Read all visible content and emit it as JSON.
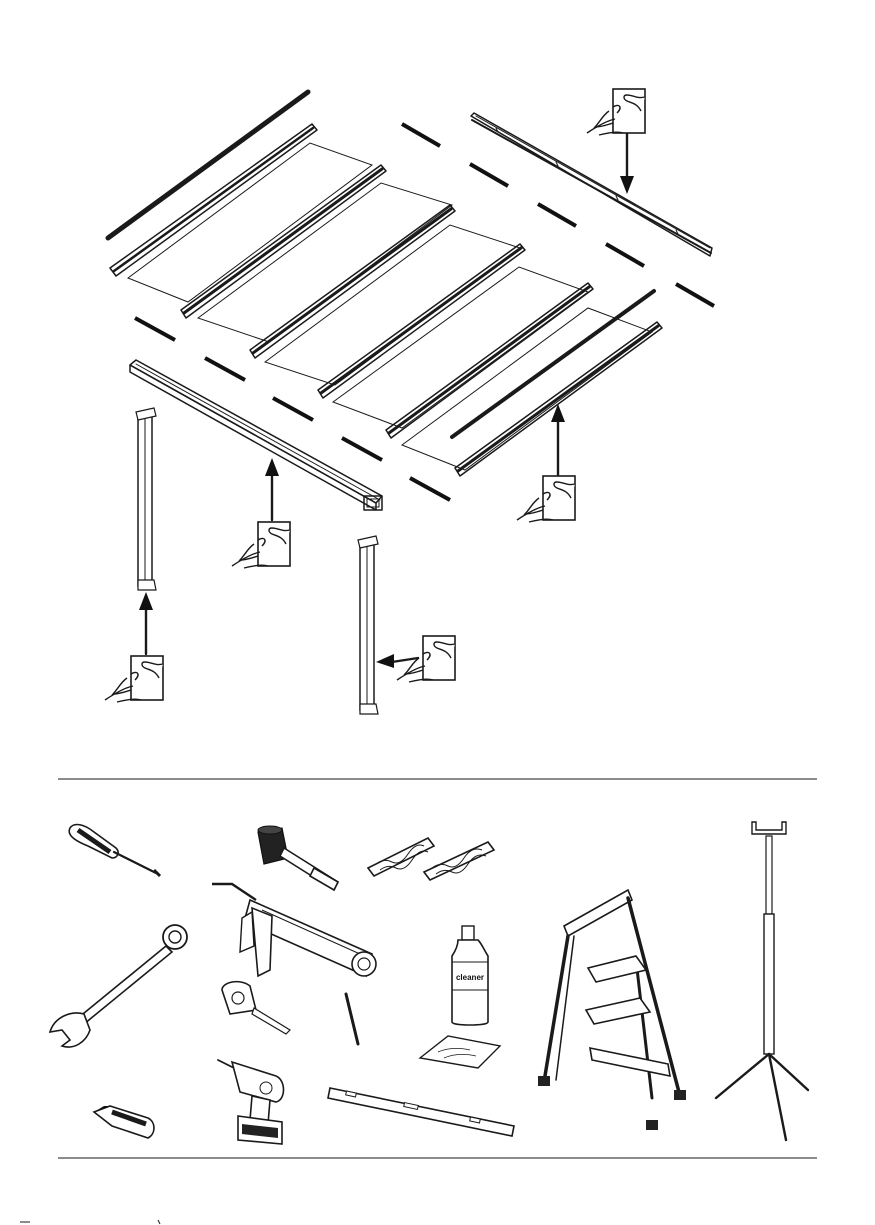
{
  "page": {
    "section_assembly": "exploded-roof-assembly",
    "section_tools": "required-tools"
  },
  "icons": {
    "peel_film": "peel-protective-film-icon",
    "arrow": "arrow-icon"
  },
  "tools": {
    "bottle_label": "cleaner",
    "items": [
      "screwdriver",
      "rubber-mallet",
      "sealing-pads",
      "wrench",
      "caulking-gun",
      "cleaner-bottle",
      "cleaning-cloth",
      "tape-measure",
      "pencil",
      "utility-knife",
      "cordless-drill",
      "spirit-level",
      "step-ladder",
      "telescopic-support-pole"
    ]
  },
  "colors": {
    "ink": "#1a1a1a",
    "paper": "#ffffff"
  }
}
